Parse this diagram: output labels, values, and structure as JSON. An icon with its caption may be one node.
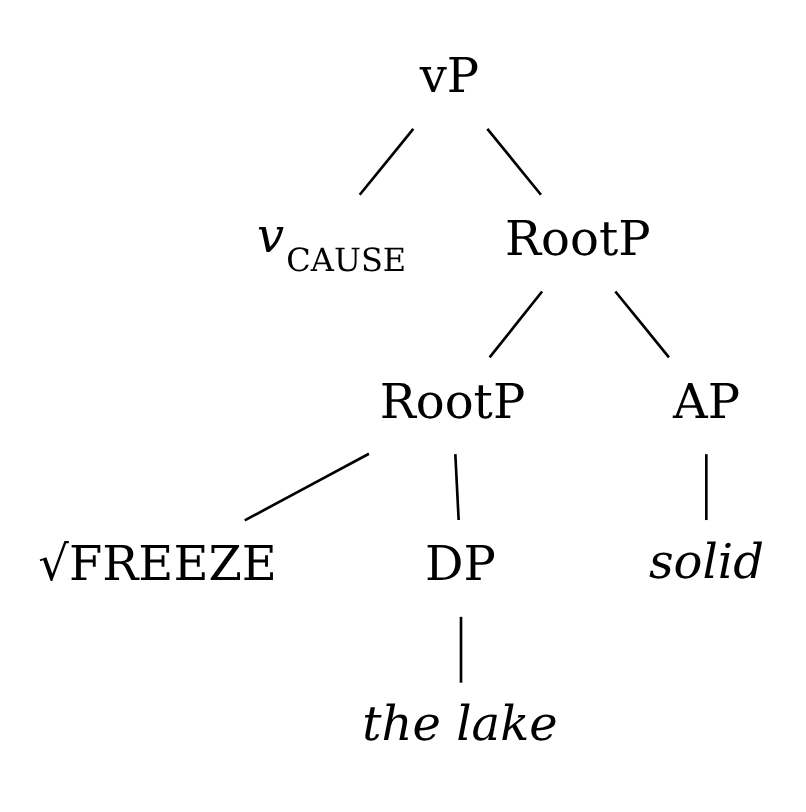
{
  "diagram": {
    "nodes": [
      {
        "text": [
          "vP"
        ]
      },
      {
        "text": [
          "*v*$_{CAUSE}$"
        ]
      },
      {
        "text": [
          "RootP"
        ]
      },
      {
        "text": [
          "RootP"
        ]
      },
      {
        "text": [
          "AP"
        ]
      },
      {
        "text": [
          "√FREEZE"
        ]
      },
      {
        "text": [
          "DP"
        ]
      },
      {
        "text": [
          "solid"
        ]
      },
      {
        "text": [
          "the lake"
        ]
      }
    ],
    "edges": [
      {
        "from": 0,
        "to": 1,
        "arrow": "none"
      },
      {
        "from": 0,
        "to": 2,
        "arrow": "none"
      },
      {
        "from": 2,
        "to": 3,
        "arrow": "none"
      },
      {
        "from": 2,
        "to": 4,
        "arrow": "none"
      },
      {
        "from": 3,
        "to": 5,
        "arrow": "none"
      },
      {
        "from": 3,
        "to": 6,
        "arrow": "none"
      },
      {
        "from": 4,
        "to": 7,
        "arrow": "none"
      },
      {
        "from": 6,
        "to": 8,
        "arrow": "none"
      }
    ]
  }
}
